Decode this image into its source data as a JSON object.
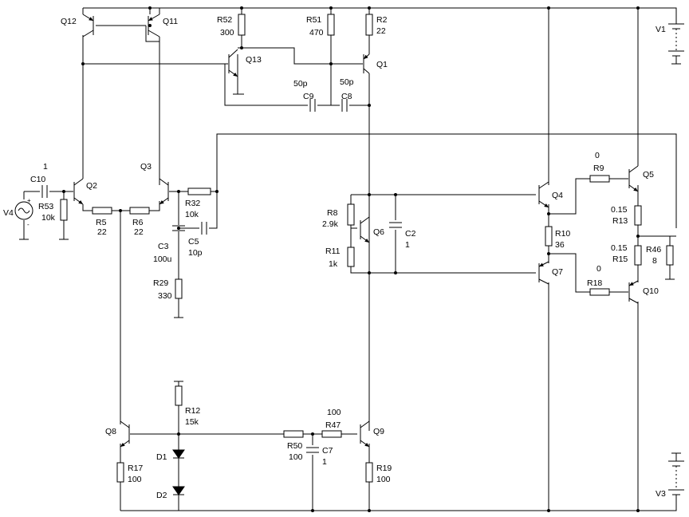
{
  "components": {
    "q12": {
      "ref": "Q12"
    },
    "q11": {
      "ref": "Q11"
    },
    "q13": {
      "ref": "Q13"
    },
    "q1": {
      "ref": "Q1"
    },
    "q2": {
      "ref": "Q2"
    },
    "q3": {
      "ref": "Q3"
    },
    "q4": {
      "ref": "Q4"
    },
    "q5": {
      "ref": "Q5"
    },
    "q6": {
      "ref": "Q6"
    },
    "q7": {
      "ref": "Q7"
    },
    "q8": {
      "ref": "Q8"
    },
    "q9": {
      "ref": "Q9"
    },
    "q10": {
      "ref": "Q10"
    },
    "r52": {
      "ref": "R52",
      "value": "300"
    },
    "r51": {
      "ref": "R51",
      "value": "470"
    },
    "r2": {
      "ref": "R2",
      "value": "22"
    },
    "r53": {
      "ref": "R53",
      "value": "10k"
    },
    "r5": {
      "ref": "R5",
      "value": "22"
    },
    "r6": {
      "ref": "R6",
      "value": "22"
    },
    "r32": {
      "ref": "R32",
      "value": "10k"
    },
    "r29": {
      "ref": "R29",
      "value": "330"
    },
    "r8": {
      "ref": "R8",
      "value": "2.9k"
    },
    "r11": {
      "ref": "R11",
      "value": "1k"
    },
    "r9": {
      "ref": "R9",
      "value": "0"
    },
    "r13": {
      "ref": "R13",
      "value": "0.15"
    },
    "r10": {
      "ref": "R10",
      "value": "36"
    },
    "r46": {
      "ref": "R46",
      "value": "8"
    },
    "r15": {
      "ref": "R15",
      "value": "0.15"
    },
    "r18": {
      "ref": "R18",
      "value": "0"
    },
    "r12": {
      "ref": "R12",
      "value": "15k"
    },
    "r17": {
      "ref": "R17",
      "value": "100"
    },
    "r50": {
      "ref": "R50",
      "value": "100"
    },
    "r47": {
      "ref": "R47",
      "value": "100"
    },
    "r19": {
      "ref": "R19",
      "value": "100"
    },
    "c10": {
      "ref": "C10",
      "value": "1"
    },
    "c9": {
      "ref": "C9",
      "value": "50p"
    },
    "c8": {
      "ref": "C8",
      "value": "50p"
    },
    "c3": {
      "ref": "C3",
      "value": "100u"
    },
    "c5": {
      "ref": "C5",
      "value": "10p"
    },
    "c2": {
      "ref": "C2",
      "value": "1"
    },
    "c7": {
      "ref": "C7",
      "value": "1"
    },
    "d1": {
      "ref": "D1"
    },
    "d2": {
      "ref": "D2"
    },
    "v1": {
      "ref": "V1"
    },
    "v3": {
      "ref": "V3"
    },
    "v4": {
      "ref": "V4"
    }
  }
}
